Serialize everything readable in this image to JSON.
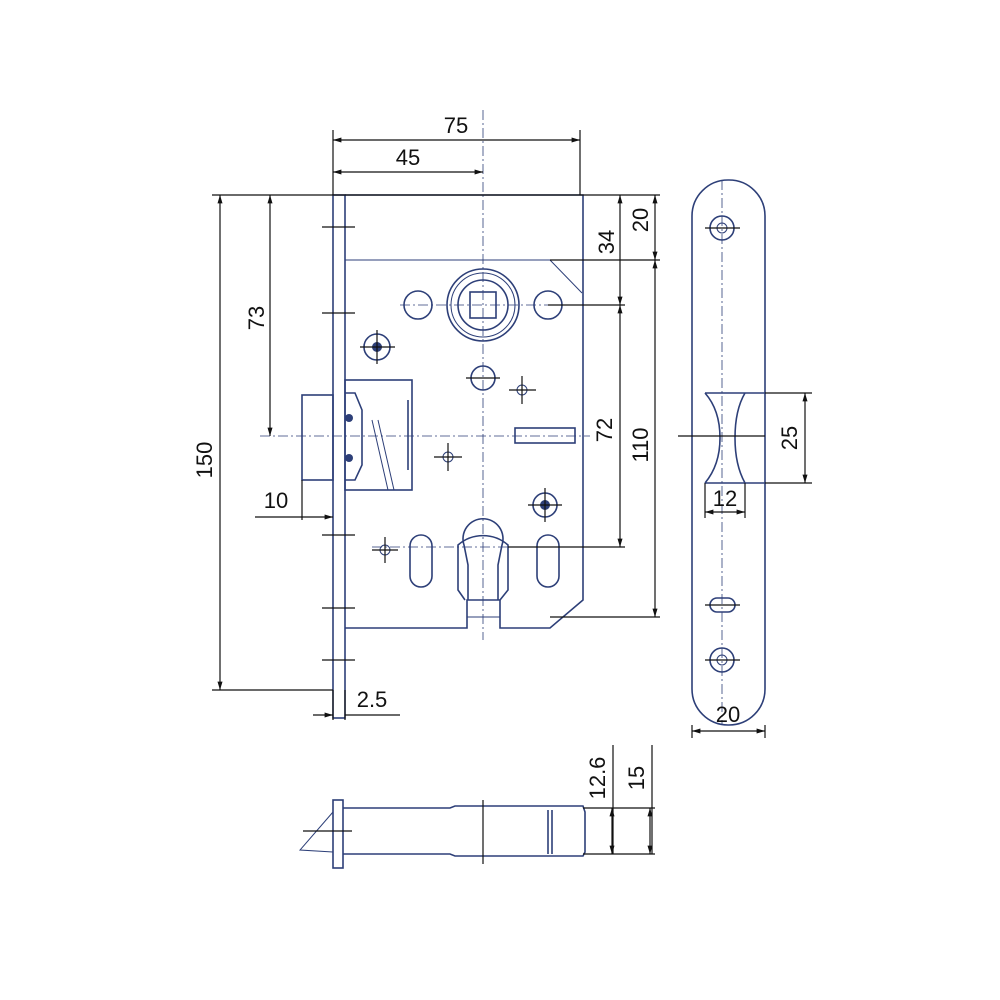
{
  "drawing": {
    "title": "Mortise lock technical drawing",
    "dimensions": {
      "body_width": "75",
      "backset": "45",
      "height_total": "150",
      "handle_to_latch": "73",
      "latch_projection": "10",
      "faceplate_thickness": "2.5",
      "top_to_spindle": "34",
      "spindle_to_cylinder": "72",
      "top_offset": "20",
      "body_height": "110",
      "strike_latch_height": "25",
      "strike_latch_width": "12",
      "strike_width": "20",
      "body_thickness": "12.6",
      "faceplate_width": "15"
    }
  }
}
